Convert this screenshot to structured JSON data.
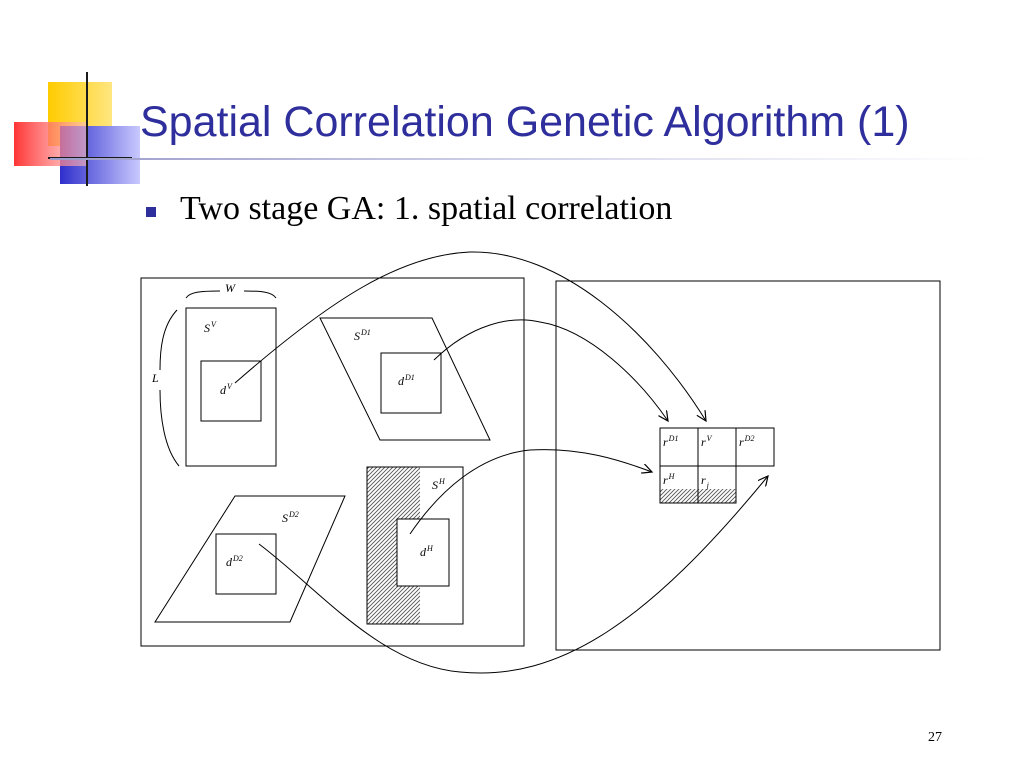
{
  "slide": {
    "title": "Spatial Correlation Genetic Algorithm (1)",
    "bullet": "Two stage GA: 1. spatial correlation",
    "page_number": "27"
  },
  "colors": {
    "title": "#2e2e9c",
    "deco_yellow": "#ffcc00",
    "deco_red": "#ff3030",
    "deco_blue": "#3333cc"
  },
  "diagram": {
    "labels": {
      "width": "W",
      "length": "L",
      "s_vertical": "S",
      "s_vertical_sup": "V",
      "d_vertical": "d",
      "d_vertical_sup": "V",
      "s_diag1": "S",
      "s_diag1_sup": "D1",
      "d_diag1": "d",
      "d_diag1_sup": "D1",
      "s_diag2": "S",
      "s_diag2_sup": "D2",
      "d_diag2": "d",
      "d_diag2_sup": "D2",
      "s_horizontal": "S",
      "s_horizontal_sup": "H",
      "d_horizontal": "d",
      "d_horizontal_sup": "H"
    },
    "result_cells": [
      {
        "base": "r",
        "sup": "D1",
        "sub": ""
      },
      {
        "base": "r",
        "sup": "V",
        "sub": ""
      },
      {
        "base": "r",
        "sup": "D2",
        "sub": ""
      },
      {
        "base": "r",
        "sup": "H",
        "sub": ""
      },
      {
        "base": "r",
        "sup": "",
        "sub": "j"
      }
    ]
  }
}
